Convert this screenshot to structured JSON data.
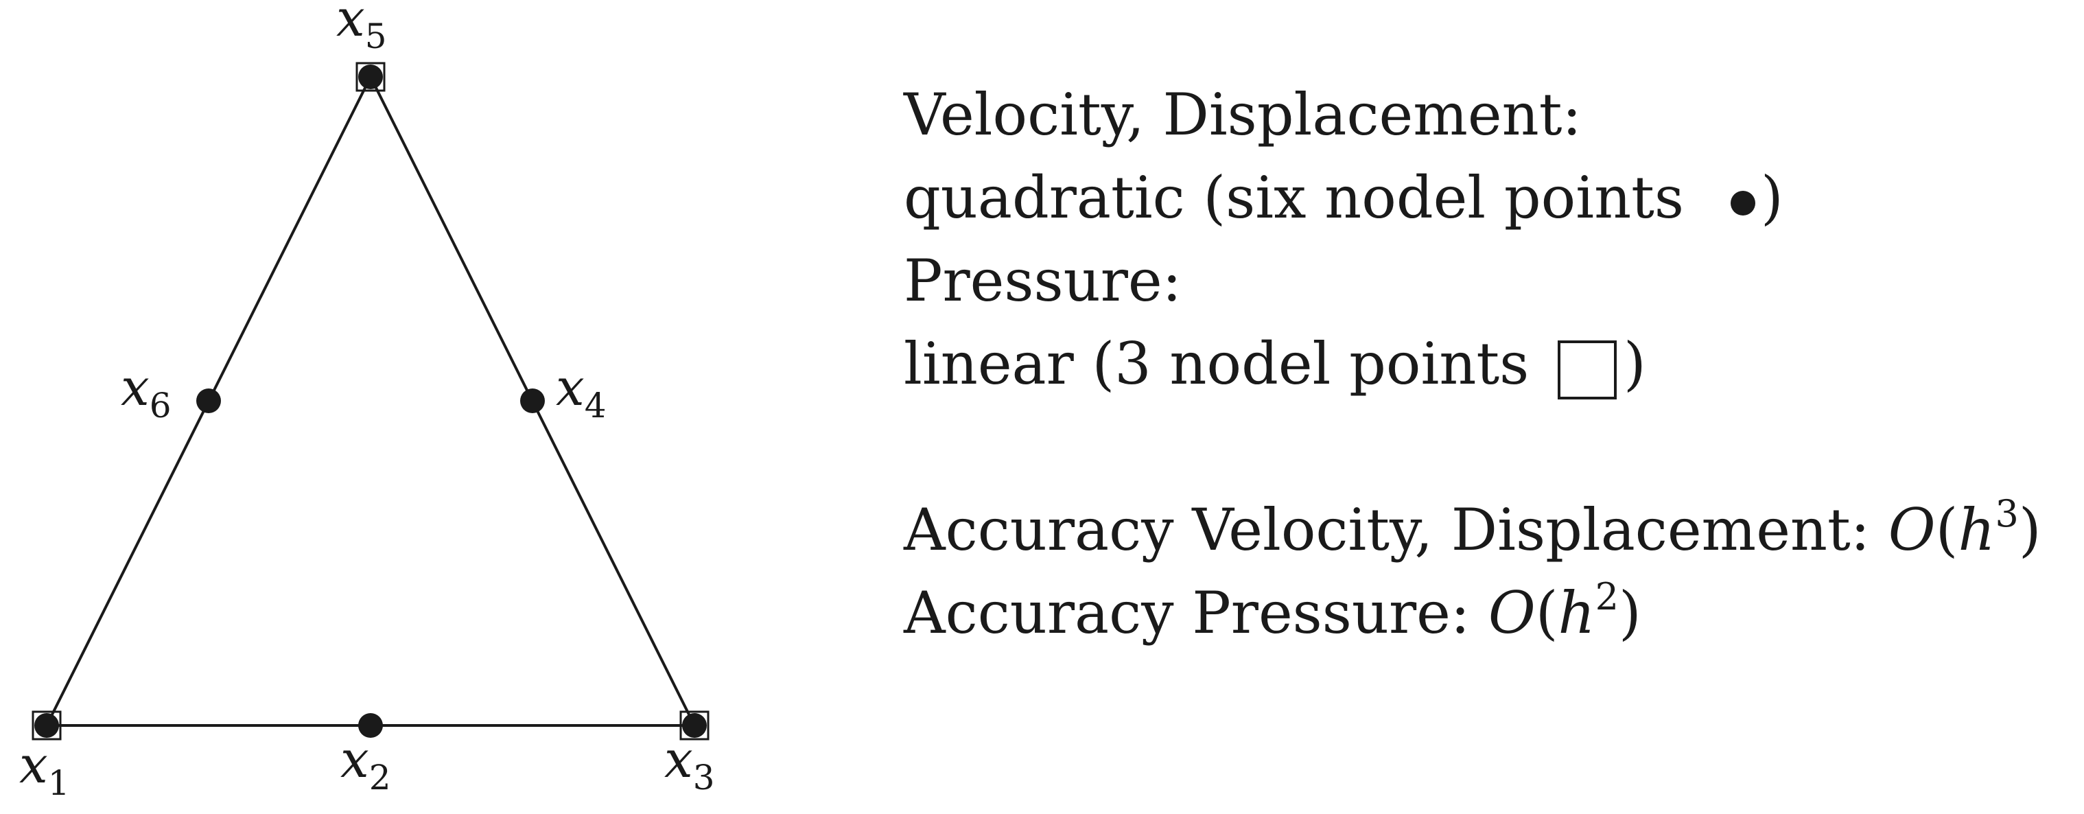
{
  "nodes": {
    "x1": {
      "base": "x",
      "sub": "1"
    },
    "x2": {
      "base": "x",
      "sub": "2"
    },
    "x3": {
      "base": "x",
      "sub": "3"
    },
    "x4": {
      "base": "x",
      "sub": "4"
    },
    "x5": {
      "base": "x",
      "sub": "5"
    },
    "x6": {
      "base": "x",
      "sub": "6"
    }
  },
  "legend": {
    "velocity_heading": "Velocity, Displacement:",
    "velocity_desc": "quadratic (six nodel points ",
    "velocity_desc_close": ")",
    "pressure_heading": "Pressure:",
    "pressure_desc": "linear (3 nodel points ",
    "pressure_desc_close": ")",
    "accuracy_velocity_prefix": "Accuracy Velocity, Displacement: ",
    "accuracy_velocity_O": "O",
    "accuracy_velocity_open": "(",
    "accuracy_velocity_h": "h",
    "accuracy_velocity_exp": "3",
    "accuracy_velocity_close": ")",
    "accuracy_pressure_prefix": "Accuracy Pressure: ",
    "accuracy_pressure_O": "O",
    "accuracy_pressure_open": "(",
    "accuracy_pressure_h": "h",
    "accuracy_pressure_exp": "2",
    "accuracy_pressure_close": ")"
  }
}
